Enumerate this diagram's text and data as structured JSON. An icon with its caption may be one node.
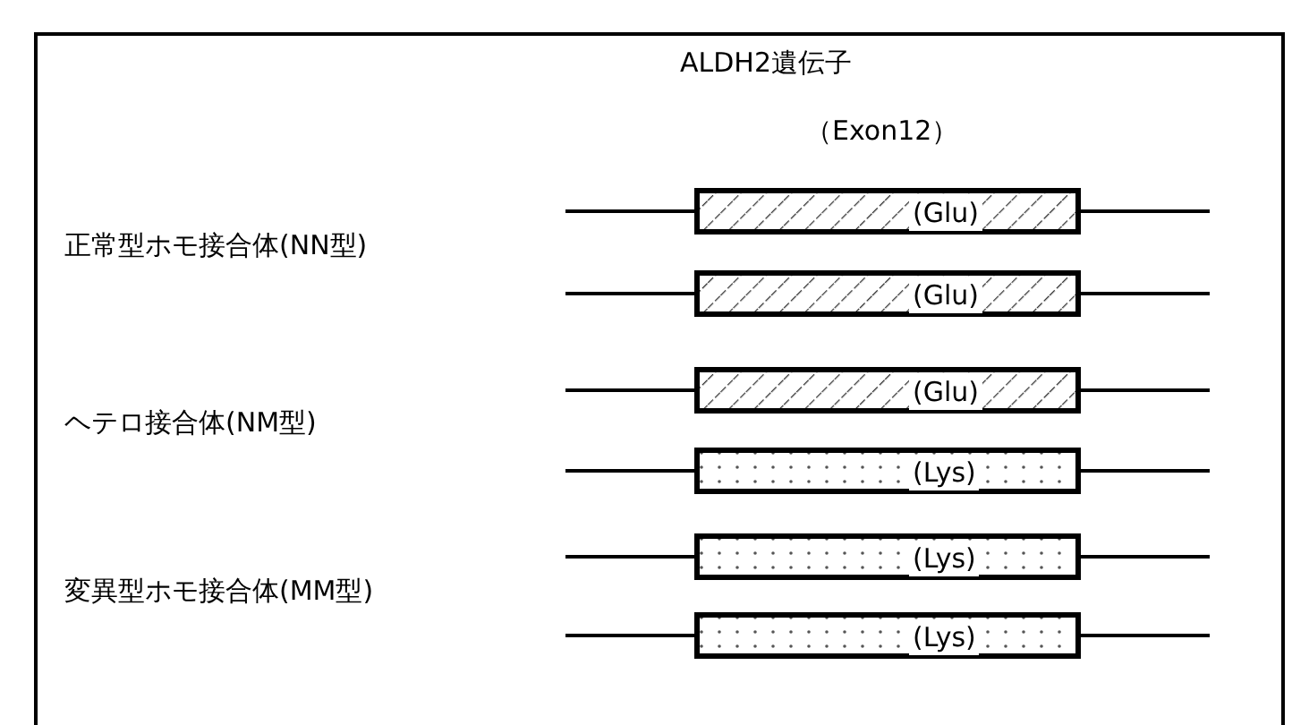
{
  "diagram": {
    "title": "ALDH2遺伝子",
    "nodes": [
      {
        "text": [
          "(Glu)"
        ]
      },
      {
        "text": [
          "(Glu)"
        ]
      },
      {
        "text": [
          "(Glu)"
        ]
      },
      {
        "text": [
          "(Lys)"
        ]
      },
      {
        "text": [
          "(Lys)"
        ]
      },
      {
        "text": [
          "(Lys)"
        ]
      }
    ],
    "labels": [
      "（Exon12）",
      "正常型ホモ接合体(NN型)",
      "ヘテロ接合体(NM型)",
      "変異型ホモ接合体(MM型)"
    ]
  }
}
